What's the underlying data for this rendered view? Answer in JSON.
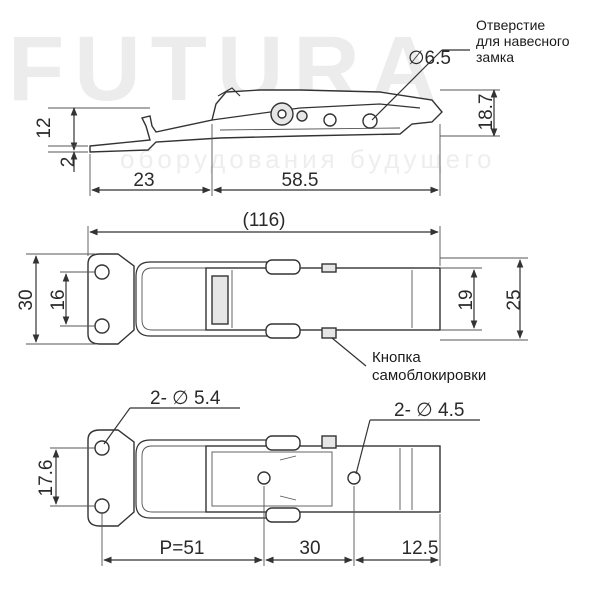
{
  "watermark": {
    "brand": "FUTURA",
    "tagline": "оборудования будущего"
  },
  "side_view": {
    "padlock_hole_dia": "∅6.5",
    "padlock_note": [
      "Отверстие",
      "для навесного",
      "замка"
    ],
    "dim_12": "12",
    "dim_2": "2",
    "dim_18_7": "18.7",
    "dim_23": "23",
    "dim_58_5": "58.5"
  },
  "top_view": {
    "dim_116": "(116)",
    "dim_30": "30",
    "dim_16": "16",
    "dim_19": "19",
    "dim_25": "25",
    "button_label": [
      "Кнопка",
      "самоблокировки"
    ]
  },
  "bottom_view": {
    "holes_5_4": "2- ∅ 5.4",
    "holes_4_5": "2- ∅ 4.5",
    "dim_17_6": "17.6",
    "pitch_51": "P=51",
    "dim_30": "30",
    "dim_12_5": "12.5"
  }
}
